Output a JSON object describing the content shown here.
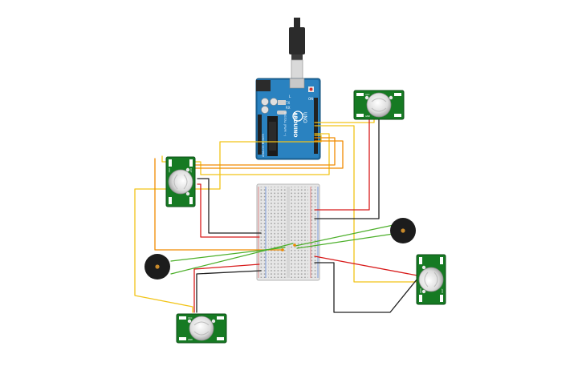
{
  "arduino": {
    "label_l": "L",
    "label_tx": "TX",
    "label_rx": "RX",
    "label_on": "ON",
    "label_uno": "UNO",
    "label_arduino": "ARDUINO",
    "label_digital": "DIGITAL (PWM ~)",
    "label_power": "POWER",
    "label_analog": "ANALOG IN"
  },
  "pir_sensor": {
    "pin_gnd": "GND",
    "pin_out": "OUT",
    "pin_vcc": "VCC"
  },
  "wire_colors": {
    "signal": "#f2c418",
    "power": "#d81b1b",
    "ground": "#222222",
    "orange": "#f08a00",
    "green": "#4caf2a"
  }
}
